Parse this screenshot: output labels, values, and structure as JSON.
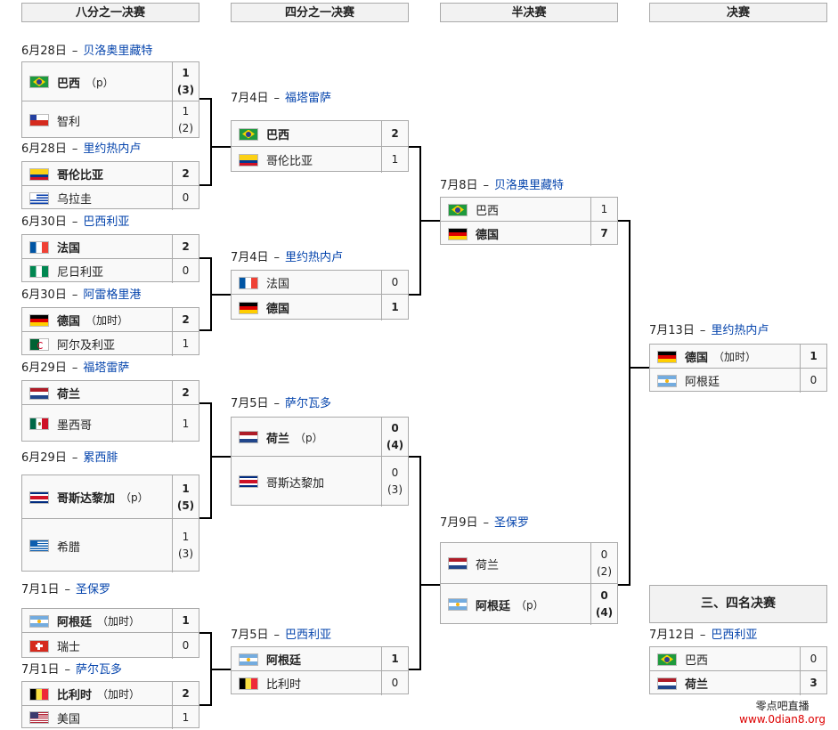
{
  "headers": {
    "r16": "八分之一决赛",
    "qf": "四分之一决赛",
    "sf": "半决赛",
    "final": "决赛",
    "third": "三、四名决赛"
  },
  "separator": "–",
  "matches": {
    "r16_1": {
      "date": "6月28日",
      "venue": "贝洛奥里藏特",
      "teams": [
        {
          "name": "巴西",
          "note": "（p）",
          "flag": "brazil-flag-icon",
          "score": "1",
          "pen": "(3)",
          "winner": true
        },
        {
          "name": "智利",
          "note": "",
          "flag": "chile-flag-icon",
          "score": "1",
          "pen": "(2)",
          "winner": false
        }
      ]
    },
    "r16_2": {
      "date": "6月28日",
      "venue": "里约热内卢",
      "teams": [
        {
          "name": "哥伦比亚",
          "note": "",
          "flag": "colombia-flag-icon",
          "score": "2",
          "pen": "",
          "winner": true
        },
        {
          "name": "乌拉圭",
          "note": "",
          "flag": "uruguay-flag-icon",
          "score": "0",
          "pen": "",
          "winner": false
        }
      ]
    },
    "r16_3": {
      "date": "6月30日",
      "venue": "巴西利亚",
      "teams": [
        {
          "name": "法国",
          "note": "",
          "flag": "france-flag-icon",
          "score": "2",
          "pen": "",
          "winner": true
        },
        {
          "name": "尼日利亚",
          "note": "",
          "flag": "nigeria-flag-icon",
          "score": "0",
          "pen": "",
          "winner": false
        }
      ]
    },
    "r16_4": {
      "date": "6月30日",
      "venue": "阿雷格里港",
      "teams": [
        {
          "name": "德国",
          "note": "（加时）",
          "flag": "germany-flag-icon",
          "score": "2",
          "pen": "",
          "winner": true
        },
        {
          "name": "阿尔及利亚",
          "note": "",
          "flag": "algeria-flag-icon",
          "score": "1",
          "pen": "",
          "winner": false
        }
      ]
    },
    "r16_5": {
      "date": "6月29日",
      "venue": "福塔雷萨",
      "teams": [
        {
          "name": "荷兰",
          "note": "",
          "flag": "netherlands-flag-icon",
          "score": "2",
          "pen": "",
          "winner": true
        },
        {
          "name": "墨西哥",
          "note": "",
          "flag": "mexico-flag-icon",
          "score": "1",
          "pen": "",
          "winner": false
        }
      ]
    },
    "r16_6": {
      "date": "6月29日",
      "venue": "累西腓",
      "teams": [
        {
          "name": "哥斯达黎加",
          "note": "（p）",
          "flag": "costa-rica-flag-icon",
          "score": "1",
          "pen": "(5)",
          "winner": true
        },
        {
          "name": "希腊",
          "note": "",
          "flag": "greece-flag-icon",
          "score": "1",
          "pen": "(3)",
          "winner": false
        }
      ]
    },
    "r16_7": {
      "date": "7月1日",
      "venue": "圣保罗",
      "teams": [
        {
          "name": "阿根廷",
          "note": "（加时）",
          "flag": "argentina-flag-icon",
          "score": "1",
          "pen": "",
          "winner": true
        },
        {
          "name": "瑞士",
          "note": "",
          "flag": "switzerland-flag-icon",
          "score": "0",
          "pen": "",
          "winner": false
        }
      ]
    },
    "r16_8": {
      "date": "7月1日",
      "venue": "萨尔瓦多",
      "teams": [
        {
          "name": "比利时",
          "note": "（加时）",
          "flag": "belgium-flag-icon",
          "score": "2",
          "pen": "",
          "winner": true
        },
        {
          "name": "美国",
          "note": "",
          "flag": "usa-flag-icon",
          "score": "1",
          "pen": "",
          "winner": false
        }
      ]
    },
    "qf_1": {
      "date": "7月4日",
      "venue": "福塔雷萨",
      "teams": [
        {
          "name": "巴西",
          "note": "",
          "flag": "brazil-flag-icon",
          "score": "2",
          "pen": "",
          "winner": true
        },
        {
          "name": "哥伦比亚",
          "note": "",
          "flag": "colombia-flag-icon",
          "score": "1",
          "pen": "",
          "winner": false
        }
      ]
    },
    "qf_2": {
      "date": "7月4日",
      "venue": "里约热内卢",
      "teams": [
        {
          "name": "法国",
          "note": "",
          "flag": "france-flag-icon",
          "score": "0",
          "pen": "",
          "winner": false
        },
        {
          "name": "德国",
          "note": "",
          "flag": "germany-flag-icon",
          "score": "1",
          "pen": "",
          "winner": true
        }
      ]
    },
    "qf_3": {
      "date": "7月5日",
      "venue": "萨尔瓦多",
      "teams": [
        {
          "name": "荷兰",
          "note": "（p）",
          "flag": "netherlands-flag-icon",
          "score": "0",
          "pen": "(4)",
          "winner": true
        },
        {
          "name": "哥斯达黎加",
          "note": "",
          "flag": "costa-rica-flag-icon",
          "score": "0",
          "pen": "(3)",
          "winner": false
        }
      ]
    },
    "qf_4": {
      "date": "7月5日",
      "venue": "巴西利亚",
      "teams": [
        {
          "name": "阿根廷",
          "note": "",
          "flag": "argentina-flag-icon",
          "score": "1",
          "pen": "",
          "winner": true
        },
        {
          "name": "比利时",
          "note": "",
          "flag": "belgium-flag-icon",
          "score": "0",
          "pen": "",
          "winner": false
        }
      ]
    },
    "sf_1": {
      "date": "7月8日",
      "venue": "贝洛奥里藏特",
      "teams": [
        {
          "name": "巴西",
          "note": "",
          "flag": "brazil-flag-icon",
          "score": "1",
          "pen": "",
          "winner": false
        },
        {
          "name": "德国",
          "note": "",
          "flag": "germany-flag-icon",
          "score": "7",
          "pen": "",
          "winner": true
        }
      ]
    },
    "sf_2": {
      "date": "7月9日",
      "venue": "圣保罗",
      "teams": [
        {
          "name": "荷兰",
          "note": "",
          "flag": "netherlands-flag-icon",
          "score": "0",
          "pen": "(2)",
          "winner": false
        },
        {
          "name": "阿根廷",
          "note": "（p）",
          "flag": "argentina-flag-icon",
          "score": "0",
          "pen": "(4)",
          "winner": true
        }
      ]
    },
    "final": {
      "date": "7月13日",
      "venue": "里约热内卢",
      "teams": [
        {
          "name": "德国",
          "note": "（加时）",
          "flag": "germany-flag-icon",
          "score": "1",
          "pen": "",
          "winner": true
        },
        {
          "name": "阿根廷",
          "note": "",
          "flag": "argentina-flag-icon",
          "score": "0",
          "pen": "",
          "winner": false
        }
      ]
    },
    "third": {
      "date": "7月12日",
      "venue": "巴西利亚",
      "teams": [
        {
          "name": "巴西",
          "note": "",
          "flag": "brazil-flag-icon",
          "score": "0",
          "pen": "",
          "winner": false
        },
        {
          "name": "荷兰",
          "note": "",
          "flag": "netherlands-flag-icon",
          "score": "3",
          "pen": "",
          "winner": true
        }
      ]
    }
  },
  "watermark": {
    "line1": "零点吧直播",
    "line2": "www.0dian8.org"
  }
}
